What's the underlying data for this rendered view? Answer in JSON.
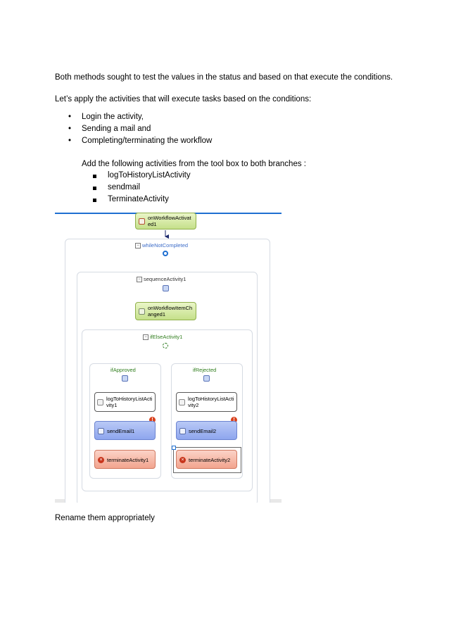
{
  "doc": {
    "para1": "Both methods sought to test the values in the status and based on that execute the conditions.",
    "para2": "Let’s apply the activities that will execute tasks based on the conditions:",
    "bullets": [
      "Login the activity,",
      "Sending a mail and",
      "Completing/terminating the workflow"
    ],
    "indent_text": "Add the following activities from the tool box to both branches :",
    "sub_bullets": [
      "logToHistoryListActivity",
      "sendmail",
      "TerminateActivity"
    ],
    "para3": "Rename them appropriately"
  },
  "workflow": {
    "top_activity": {
      "line1": "onWorkflowActivat",
      "line2": "ed1"
    },
    "while_label": "whileNotCompleted",
    "sequence_label": "sequenceActivity1",
    "changed_activity": {
      "line1": "onWorkflowItemCh",
      "line2": "anged1"
    },
    "ifelse_label": "ifElseActivity1",
    "left_branch": {
      "label": "ifApproved",
      "log": {
        "line1": "logToHistoryListActi",
        "line2": "vity1"
      },
      "email": "sendEmail1",
      "terminate": "terminateActivity1"
    },
    "right_branch": {
      "label": "ifRejected",
      "log": {
        "line1": "logToHistoryListActi",
        "line2": "vity2"
      },
      "email": "sendEmail2",
      "terminate": "terminateActivity2"
    },
    "colors": {
      "accent_blue": "#1f6fd1",
      "branch_green": "#2b7a1e",
      "label_blue": "#3b6bc8",
      "label_green": "#2f7d1c",
      "warning_red": "#d9421e"
    }
  }
}
